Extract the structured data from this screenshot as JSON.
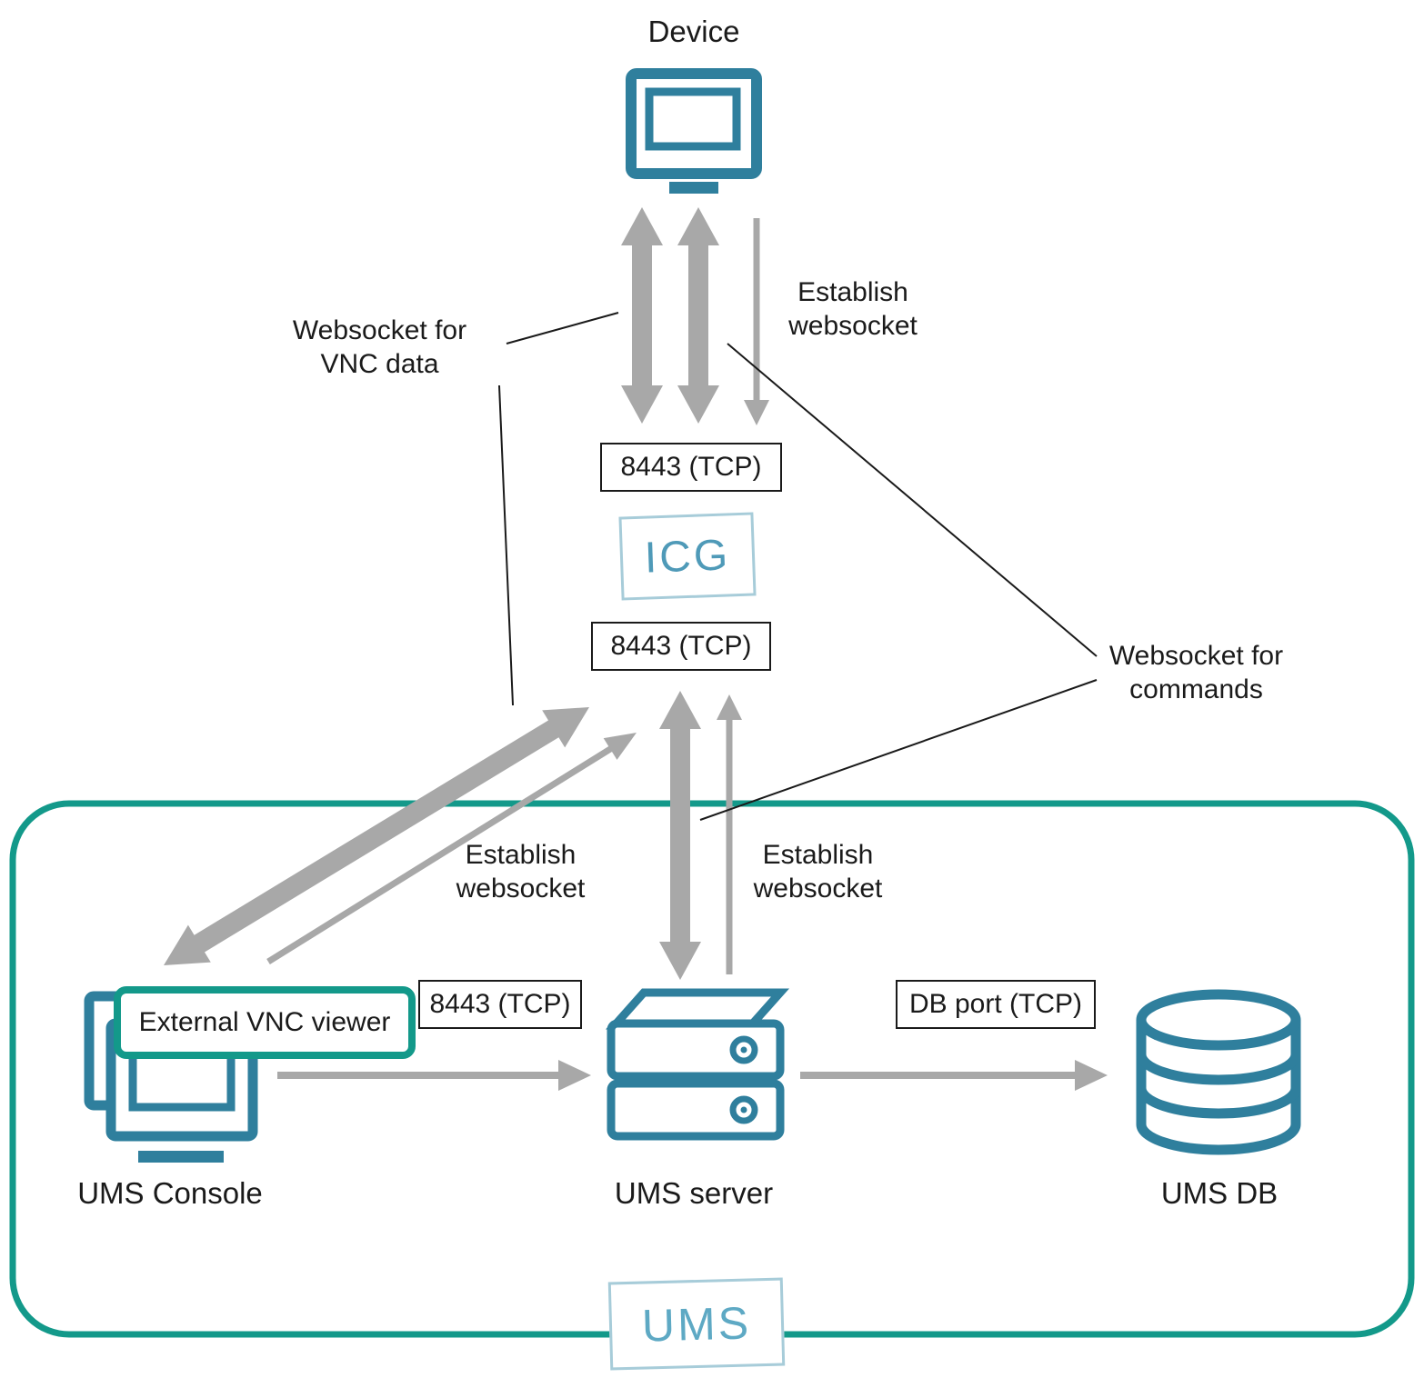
{
  "diagram": {
    "nodes": {
      "device": {
        "label": "Device"
      },
      "icg": {
        "logo": "ICG"
      },
      "ums_console": {
        "label": "UMS Console"
      },
      "ums_server": {
        "label": "UMS server"
      },
      "ums_db": {
        "label": "UMS DB"
      },
      "external_vnc_viewer": {
        "label": "External VNC viewer"
      },
      "ums_group": {
        "logo": "UMS"
      }
    },
    "ports": {
      "device_icg": "8443 (TCP)",
      "icg_ums": "8443 (TCP)",
      "console_server": "8443 (TCP)",
      "server_db": "DB port (TCP)"
    },
    "annotations": {
      "websocket_vnc": {
        "line1": "Websocket for",
        "line2": "VNC data"
      },
      "establish_ws_device": {
        "line1": "Establish",
        "line2": "websocket"
      },
      "establish_ws_console": {
        "line1": "Establish",
        "line2": "websocket"
      },
      "establish_ws_server": {
        "line1": "Establish",
        "line2": "websocket"
      },
      "websocket_commands": {
        "line1": "Websocket for",
        "line2": "commands"
      }
    },
    "colors": {
      "icon_teal": "#2f7f9d",
      "logo_teal": "#5ea9c4",
      "logo_border": "#a7ccd9",
      "group_teal": "#13998a",
      "arrow_gray": "#a8a8a8",
      "line_black": "#1a1a1a"
    }
  }
}
